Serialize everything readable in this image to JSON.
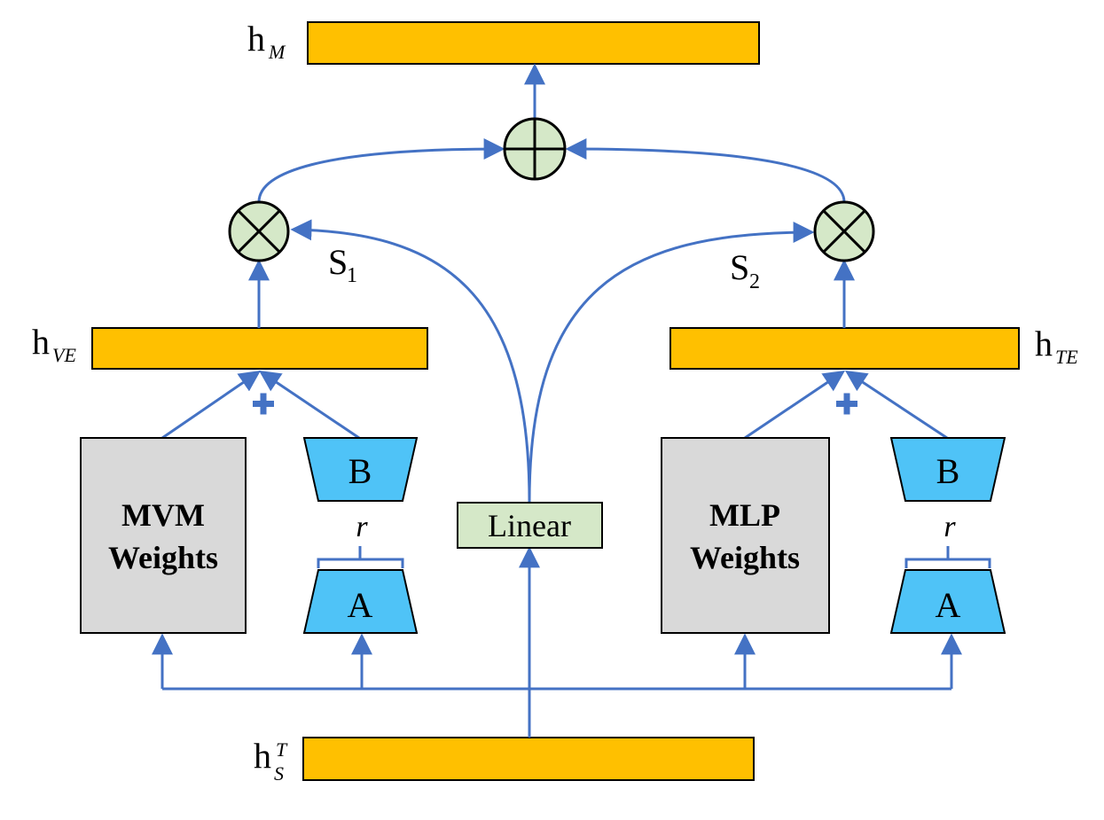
{
  "colors": {
    "orange": "#FFC000",
    "blue_arrow": "#4472C4",
    "cyan": "#4FC3F7",
    "gray": "#D9D9D9",
    "green": "#D5E8C8",
    "black": "#000000"
  },
  "labels": {
    "h_M": {
      "main": "h",
      "sub": "M"
    },
    "h_VE": {
      "main": "h",
      "sub": "VE"
    },
    "h_TE": {
      "main": "h",
      "sub": "TE"
    },
    "h_S_T": {
      "main": "h",
      "sub": "S",
      "sup": "T"
    },
    "S1": {
      "main": "S",
      "sub": "1"
    },
    "S2": {
      "main": "S",
      "sub": "2"
    }
  },
  "left_branch": {
    "weights_line1": "MVM",
    "weights_line2": "Weights",
    "B": "B",
    "A": "A",
    "r": "r"
  },
  "right_branch": {
    "weights_line1": "MLP",
    "weights_line2": "Weights",
    "B": "B",
    "A": "A",
    "r": "r"
  },
  "linear": "Linear"
}
